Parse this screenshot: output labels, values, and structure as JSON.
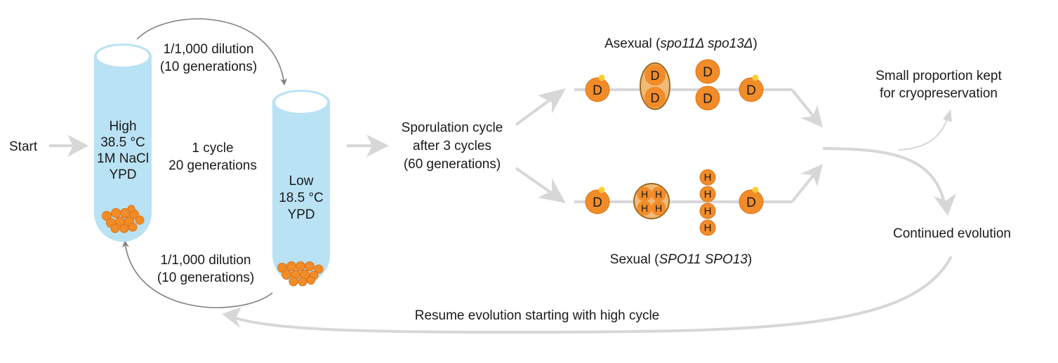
{
  "colors": {
    "tube_fill": "#b9e2f4",
    "tube_rim": "#ffffff",
    "cell_orange": "#f28c28",
    "cell_outline": "#d9741a",
    "cell_highlight": "#ffcc33",
    "ascus_fill": "#f0ba7a",
    "ascus_outline": "#9a6a1e",
    "flow_arrow": "#d7d7d7",
    "thin_arrow": "#808080",
    "text": "#1a1a1a"
  },
  "labels": {
    "start": "Start",
    "high_tube": [
      "High",
      "38.5 °C",
      "1M NaCl",
      "YPD"
    ],
    "low_tube": [
      "Low",
      "18.5 °C",
      "YPD"
    ],
    "top_dilution": [
      "1/1,000 dilution",
      "(10 generations)"
    ],
    "bottom_dilution": [
      "1/1,000 dilution",
      "(10 generations)"
    ],
    "cycle": [
      "1 cycle",
      "20 generations"
    ],
    "sporulation": [
      "Sporulation cycle",
      "after 3 cycles",
      "(60 generations)"
    ],
    "asexual_prefix": "Asexual (",
    "asexual_genes": "spo11Δ spo13Δ",
    "asexual_suffix": ")",
    "sexual_prefix": "Sexual (",
    "sexual_genes": "SPO11 SPO13",
    "sexual_suffix": ")",
    "cryo": [
      "Small proportion kept",
      "for cryopreservation"
    ],
    "continued": "Continued evolution",
    "resume": "Resume evolution starting with high cycle"
  },
  "cell_letters": {
    "diploid": "D",
    "haploid": "H"
  }
}
